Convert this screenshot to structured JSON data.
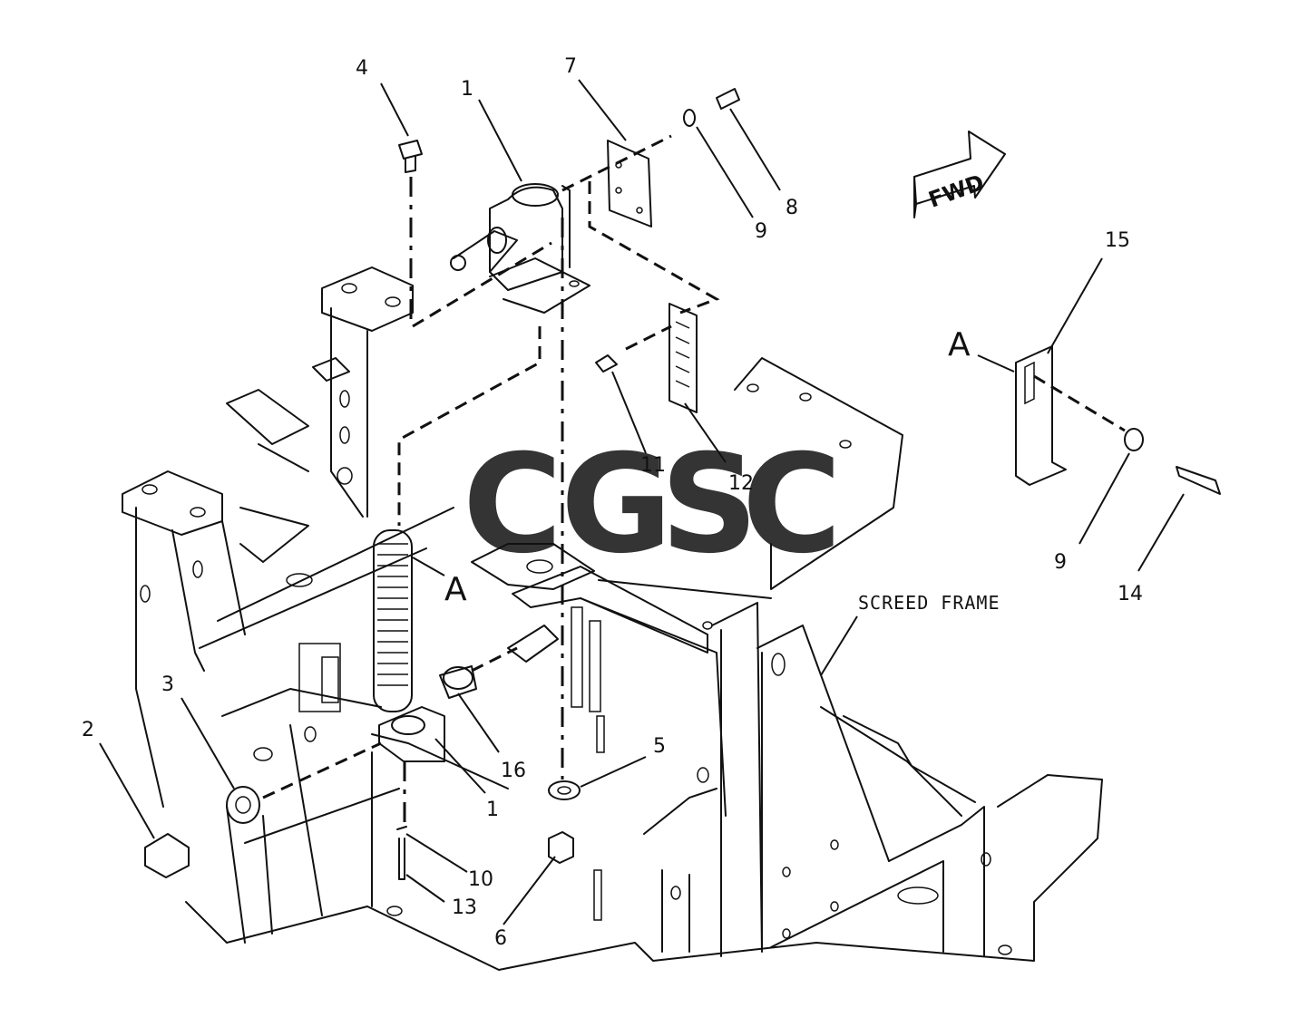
{
  "diagram": {
    "callouts": [
      {
        "id": "c4",
        "label": "4"
      },
      {
        "id": "c1a",
        "label": "1"
      },
      {
        "id": "c7",
        "label": "7"
      },
      {
        "id": "c9a",
        "label": "9"
      },
      {
        "id": "c8",
        "label": "8"
      },
      {
        "id": "c15",
        "label": "15"
      },
      {
        "id": "c11",
        "label": "11"
      },
      {
        "id": "c12",
        "label": "12"
      },
      {
        "id": "c9b",
        "label": "9"
      },
      {
        "id": "c14",
        "label": "14"
      },
      {
        "id": "c3",
        "label": "3"
      },
      {
        "id": "c2",
        "label": "2"
      },
      {
        "id": "c16",
        "label": "16"
      },
      {
        "id": "c5",
        "label": "5"
      },
      {
        "id": "c1b",
        "label": "1"
      },
      {
        "id": "c10",
        "label": "10"
      },
      {
        "id": "c13",
        "label": "13"
      },
      {
        "id": "c6",
        "label": "6"
      }
    ],
    "view_markers": [
      "A",
      "A"
    ],
    "fwd_arrow_label": "FWD",
    "screed_frame_label": "SCREED FRAME"
  },
  "watermark": {
    "letters": [
      {
        "char": "C",
        "color": "#6fa8f5"
      },
      {
        "char": "G",
        "color": "#f28b82"
      },
      {
        "char": "S",
        "color": "#fde68a"
      },
      {
        "char": "C",
        "color": "#6fbf98"
      }
    ]
  }
}
